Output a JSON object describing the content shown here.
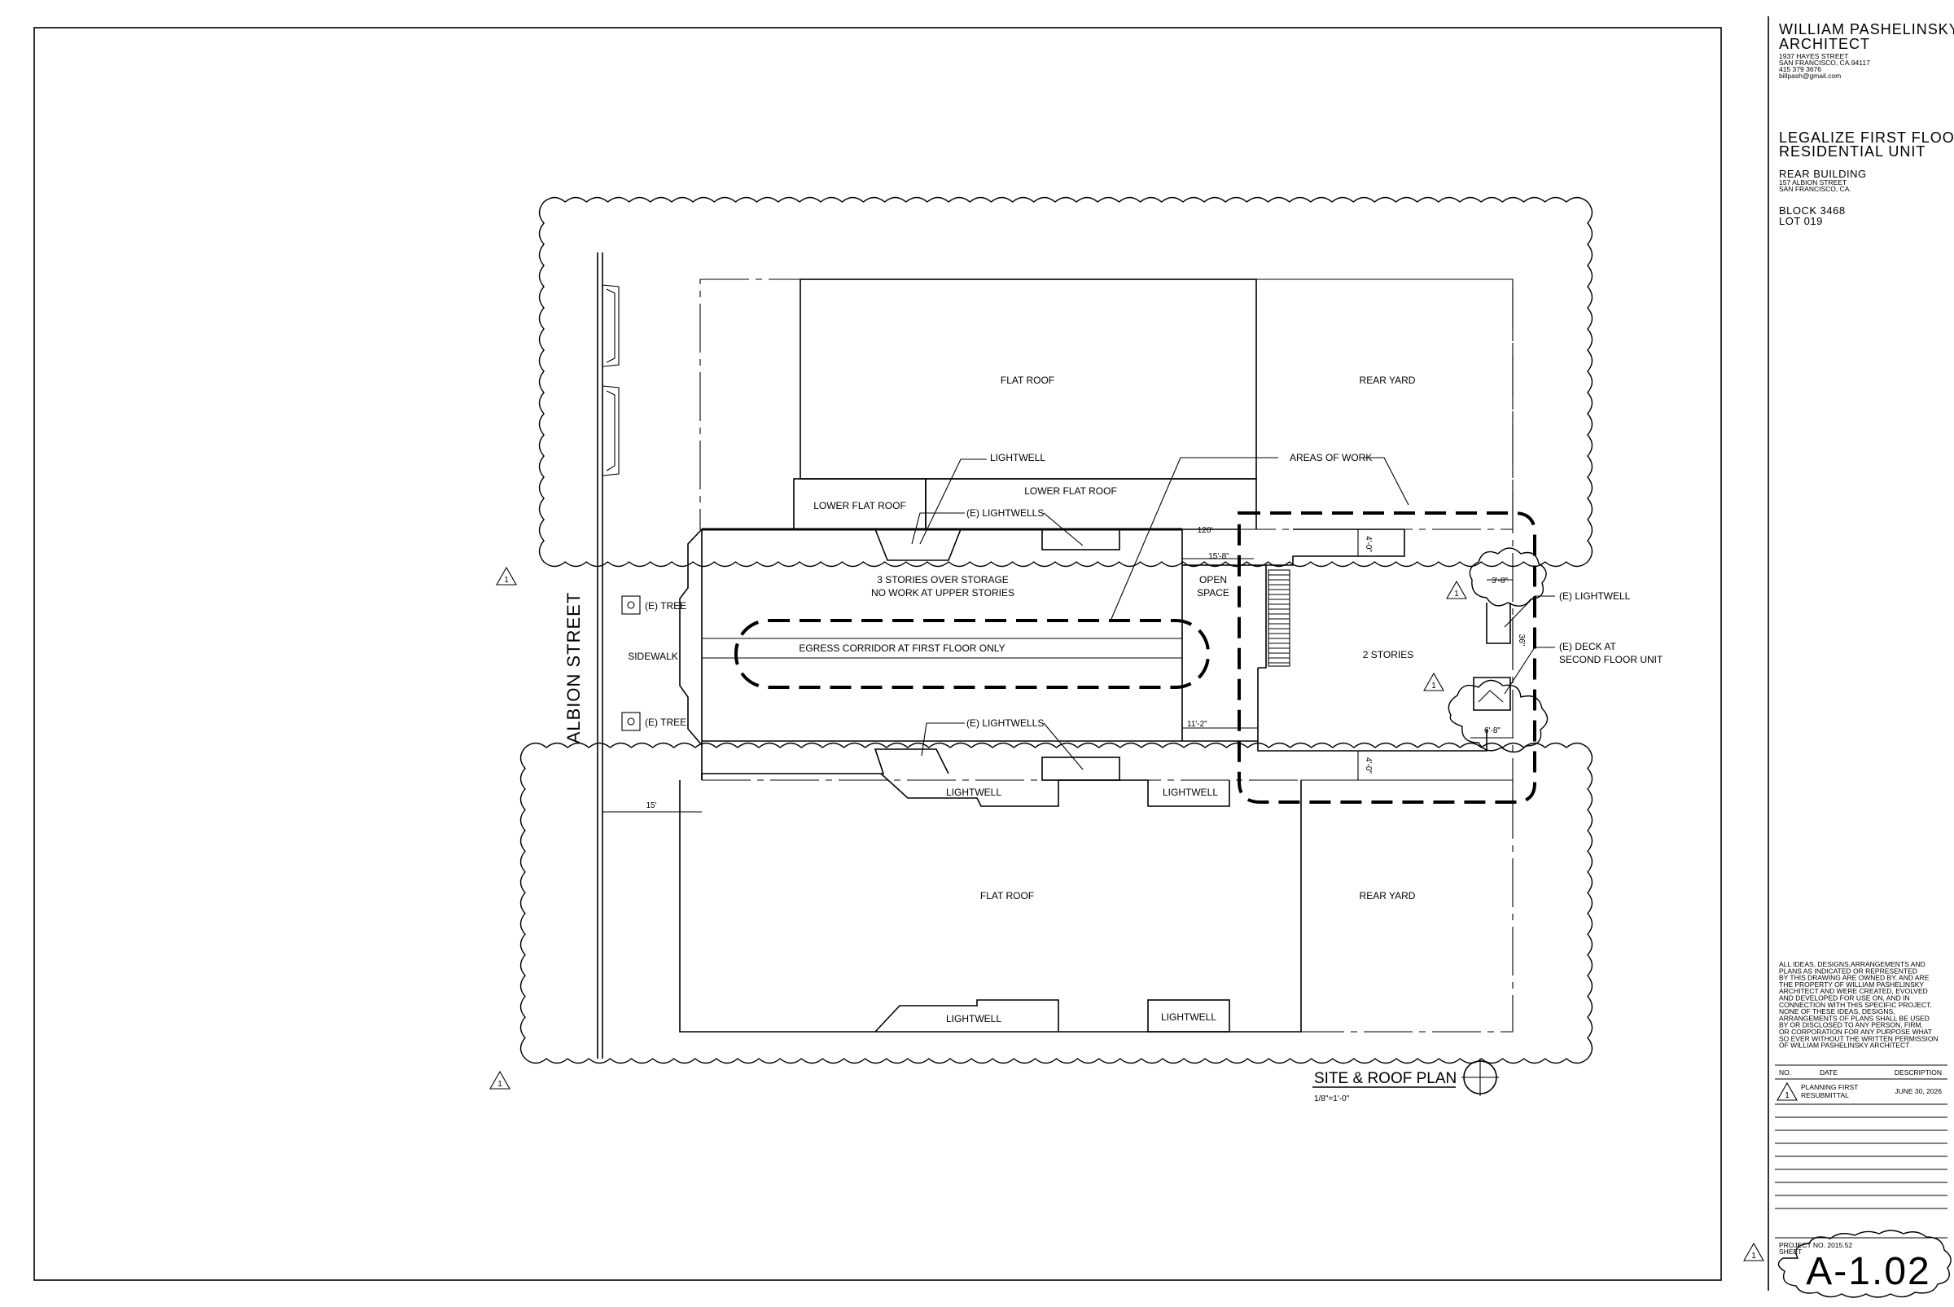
{
  "title_block": {
    "architect_name": "WILLIAM PASHELINSKY",
    "architect_title": "ARCHITECT",
    "address_1": "1937 HAYES STREET",
    "address_2": "SAN FRANCISCO, CA.94117",
    "phone": "415 379 3676",
    "email": "billpash@gmail.com",
    "project_line1": "LEGALIZE FIRST FLOOR",
    "project_line2": "RESIDENTIAL UNIT",
    "building": "REAR BUILDING",
    "site_address_1": "157 ALBION STREET",
    "site_address_2": "SAN FRANCISCO, CA.",
    "block": "BLOCK 3468",
    "lot": "LOT 019",
    "notice": [
      "ALL IDEAS, DESIGNS,ARRANGEMENTS AND",
      "PLANS AS INDICATED OR REPRESENTED",
      "BY THIS DRAWING ARE OWNED BY, AND ARE",
      "THE PROPERTY OF WILLIAM PASHELINSKY",
      "ARCHITECT AND WERE CREATED, EVOLVED",
      "AND DEVELOPED FOR USE ON, AND IN",
      "CONNECTION WITH THIS SPECIFIC PROJECT.",
      "NONE OF THESE IDEAS, DESIGNS,",
      "ARRANGEMENTS OF PLANS SHALL BE USED",
      "BY OR DISCLOSED TO ANY PERSON, FIRM,",
      "OR CORPORATION FOR ANY PURPOSE WHAT",
      "SO EVER WITHOUT THE WRITTEN PERMISSION",
      "OF WILLIAM PASHELINSKY ARCHITECT"
    ],
    "rev_headers": {
      "no": "NO.",
      "date": "DATE",
      "description": "DESCRIPTION"
    },
    "revision": {
      "no": "1",
      "desc_1": "PLANNING FIRST",
      "desc_2": "RESUBMITTAL",
      "date": "JUNE 30, 2026"
    },
    "project_no": "PROJECT NO. 2015.52",
    "sheet_label": "SHEET",
    "sheet_number": "A-1.02",
    "delta_mark": "1"
  },
  "plan": {
    "title": "SITE & ROOF PLAN",
    "scale": "1/8\"=1'-0\"",
    "street": "ALBION STREET",
    "labels": {
      "flat_roof_top": "FLAT ROOF",
      "rear_yard_top": "REAR YARD",
      "lightwell_top": "LIGHTWELL",
      "areas_of_work": "AREAS OF WORK",
      "lower_flat_roof_left": "LOWER FLAT ROOF",
      "lower_flat_roof_right": "LOWER FLAT ROOF",
      "e_lightwells_top": "(E) LIGHTWELLS",
      "dim_120": "120'",
      "dim_15_8": "15'-8\"",
      "dim_4_0_top": "4'-0\"",
      "dim_3_8": "3'-8\"",
      "stories_line1": "3 STORIES OVER STORAGE",
      "stories_line2": "NO WORK AT UPPER STORIES",
      "open_line1": "OPEN",
      "open_line2": "SPACE",
      "e_tree_1": "(E) TREE",
      "e_tree_2": "(E) TREE",
      "sidewalk": "SIDEWALK",
      "egress": "EGRESS CORRIDOR AT FIRST FLOOR ONLY",
      "two_stories": "2 STORIES",
      "e_lightwell_right": "(E) LIGHTWELL",
      "e_deck_1": "(E) DECK AT",
      "e_deck_2": "SECOND FLOOR UNIT",
      "dim_36": "36\"",
      "dim_11_2": "11'-2\"",
      "dim_6_8": "6'-8\"",
      "e_lightwells_bottom": "(E) LIGHTWELLS",
      "lightwell_b1": "LIGHTWELL",
      "lightwell_b2": "LIGHTWELL",
      "dim_4_0_bottom": "4'-0\"",
      "dim_15": "15'",
      "flat_roof_bottom": "FLAT ROOF",
      "rear_yard_bottom": "REAR YARD",
      "lightwell_b3": "LIGHTWELL",
      "lightwell_b4": "LIGHTWELL"
    }
  }
}
